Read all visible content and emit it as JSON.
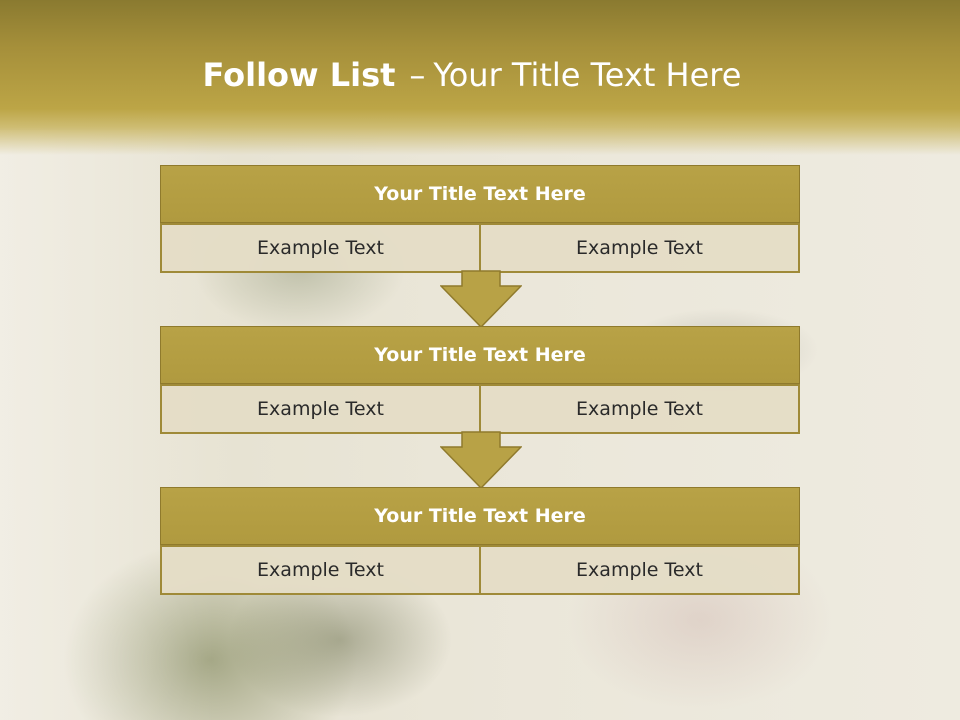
{
  "slide": {
    "title_bold": "Follow List",
    "title_dash": "–",
    "title_rest": "Your Title Text Here"
  },
  "blocks": [
    {
      "title": "Your Title Text Here",
      "left": "Example Text",
      "right": "Example Text"
    },
    {
      "title": "Your Title Text Here",
      "left": "Example Text",
      "right": "Example Text"
    },
    {
      "title": "Your Title Text Here",
      "left": "Example Text",
      "right": "Example Text"
    }
  ],
  "colors": {
    "header_gold": "#b8a246",
    "block_border": "#9f8a38",
    "cell_fill": "#e4ddc6",
    "arrow_fill": "#b8a246"
  },
  "icons": [
    "down-arrow-icon"
  ]
}
